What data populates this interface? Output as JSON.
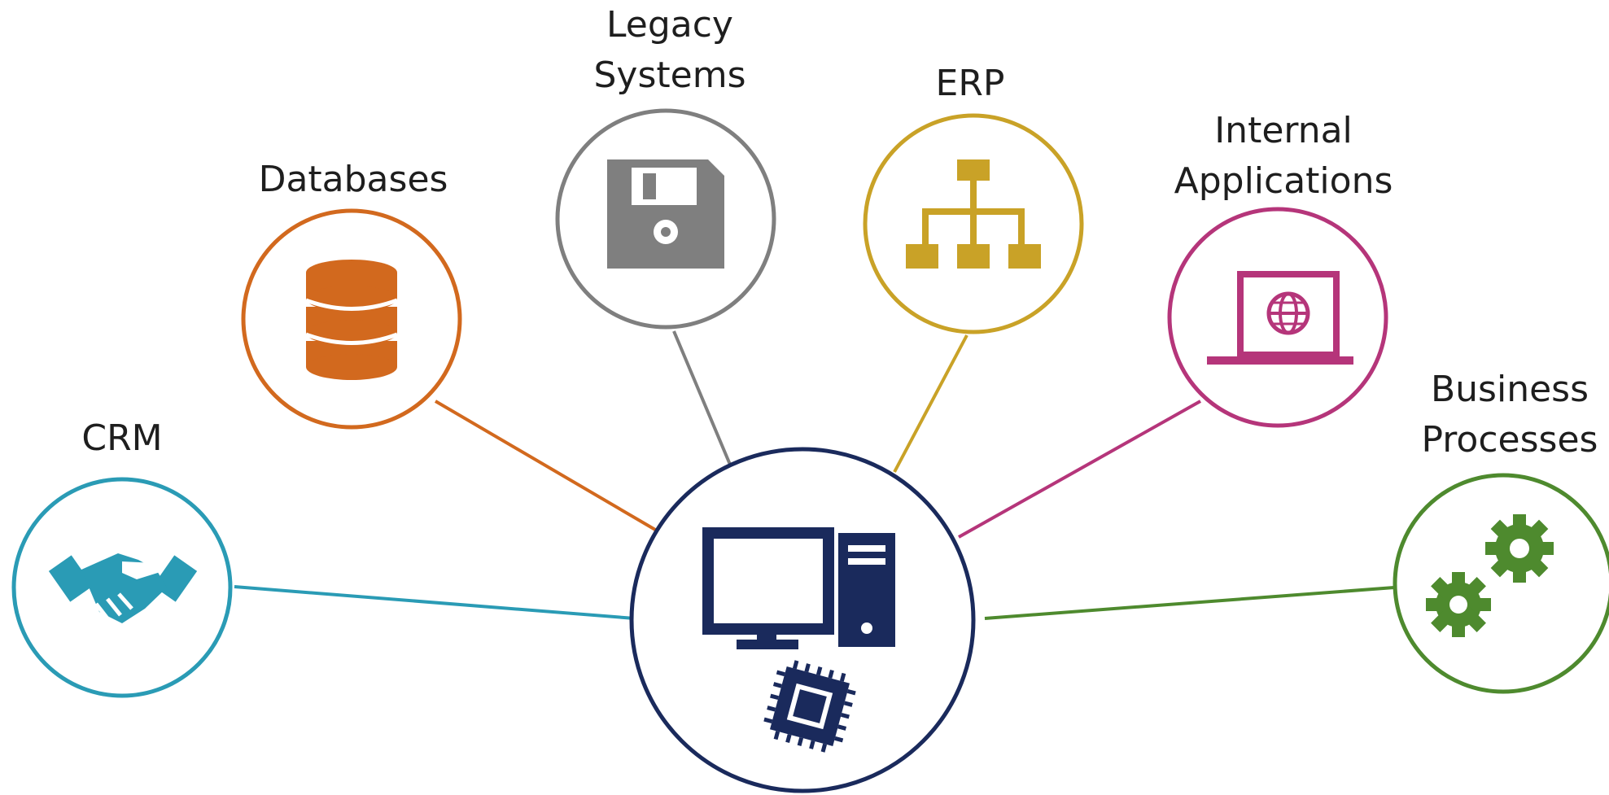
{
  "center": {
    "icon": "computer-with-chip-icon",
    "color": "#1a2a5c"
  },
  "nodes": [
    {
      "id": "crm",
      "lines": [
        "CRM"
      ],
      "icon": "handshake-icon",
      "color": "#2a9bb5"
    },
    {
      "id": "databases",
      "lines": [
        "Databases"
      ],
      "icon": "database-icon",
      "color": "#d2691e"
    },
    {
      "id": "legacy",
      "lines": [
        "Legacy",
        "Systems"
      ],
      "icon": "floppy-disk-icon",
      "color": "#7f7f7f"
    },
    {
      "id": "erp",
      "lines": [
        "ERP"
      ],
      "icon": "org-chart-icon",
      "color": "#c9a227"
    },
    {
      "id": "internal",
      "lines": [
        "Internal",
        "Applications"
      ],
      "icon": "laptop-globe-icon",
      "color": "#b5357a"
    },
    {
      "id": "business",
      "lines": [
        "Business",
        "Processes"
      ],
      "icon": "gears-icon",
      "color": "#4e8a2e"
    }
  ]
}
